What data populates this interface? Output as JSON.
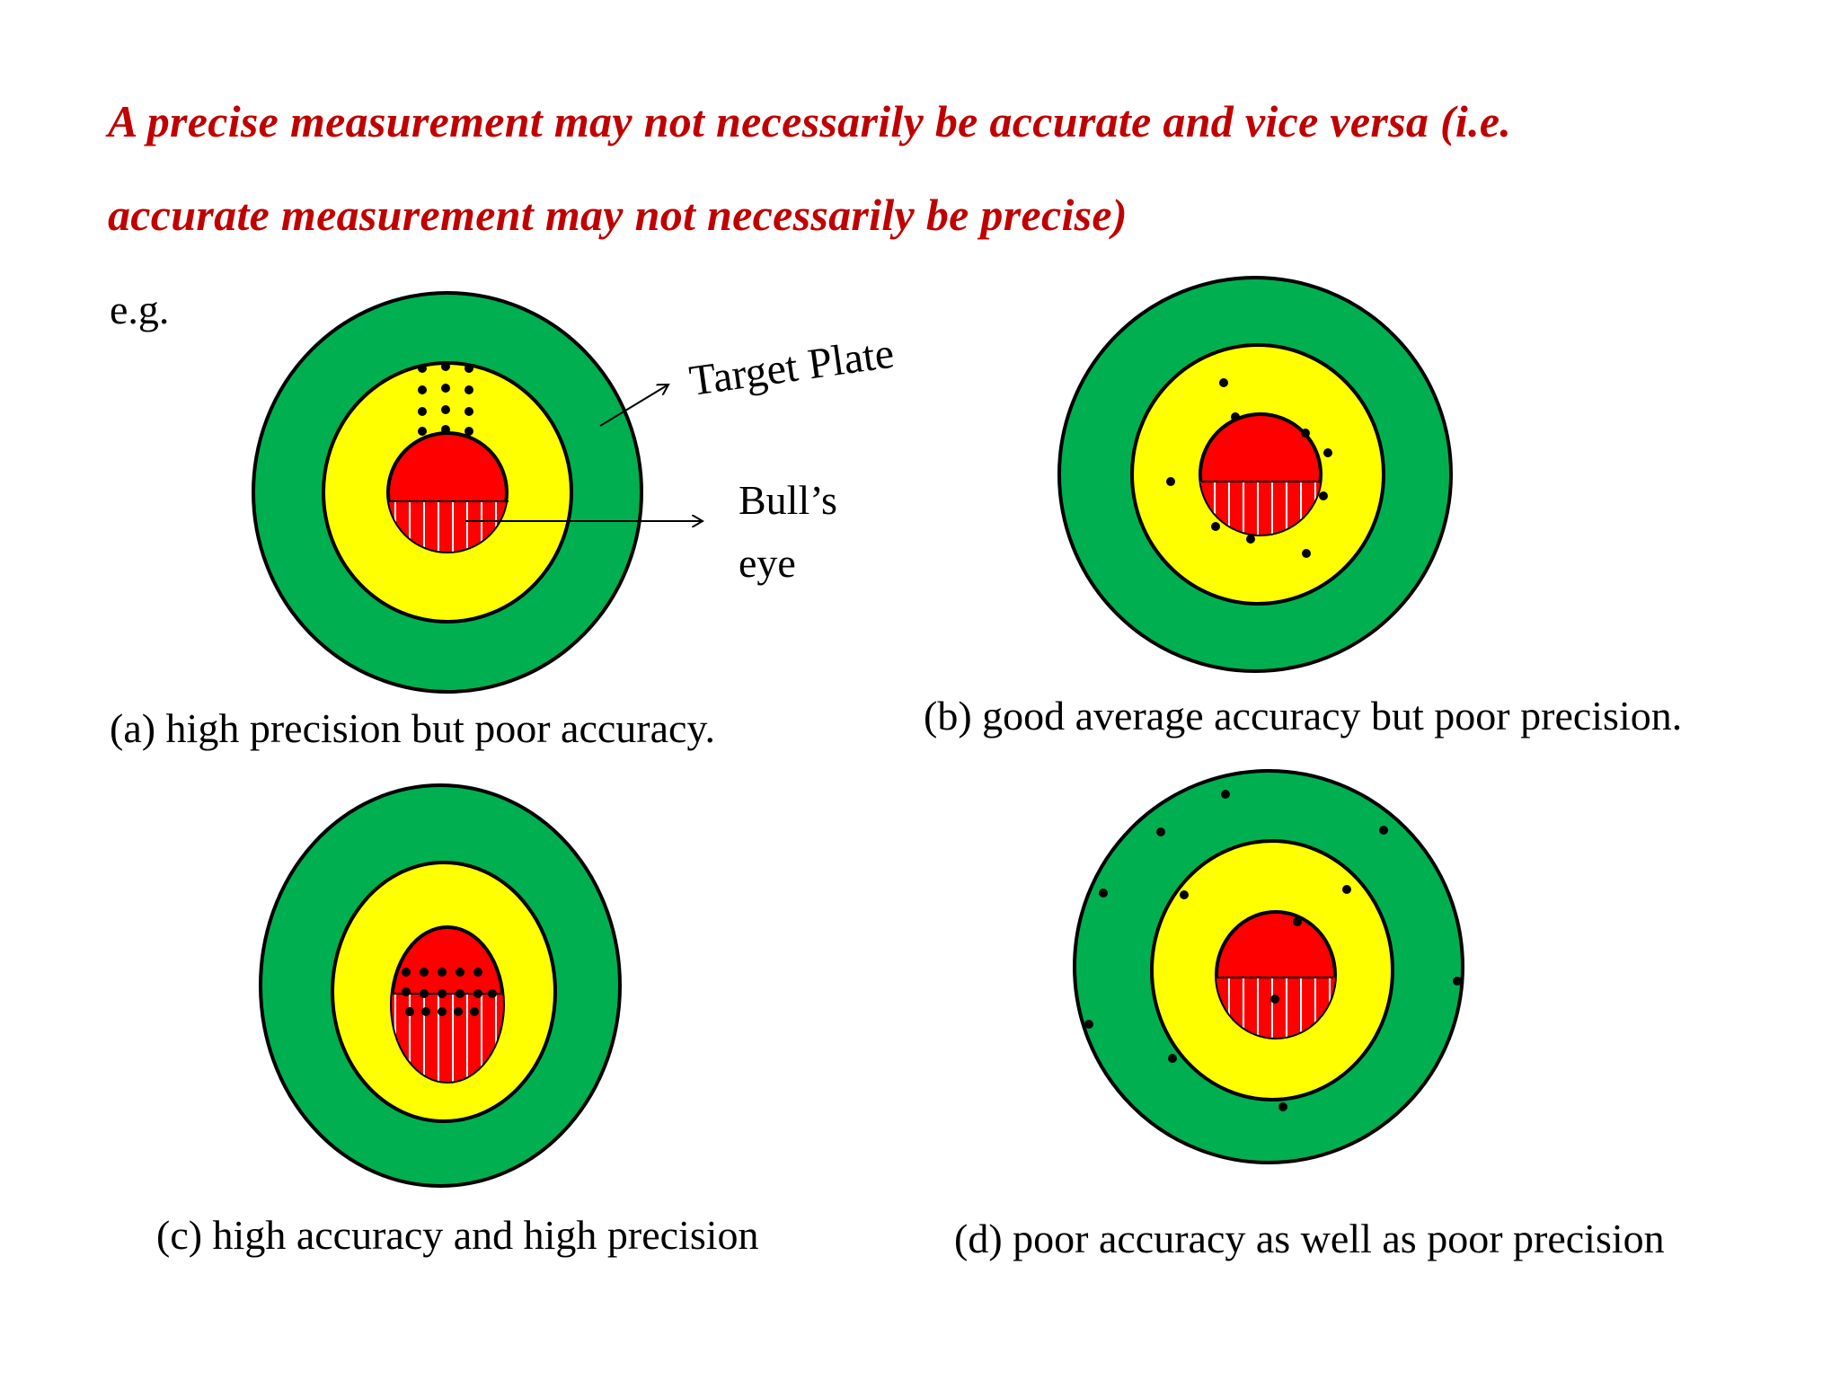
{
  "heading": {
    "line1": "A precise measurement may not necessarily be accurate and vice versa (i.e.",
    "line2": "accurate measurement may not necessarily be precise)"
  },
  "eg_label": "e.g.",
  "annotations": {
    "target_plate": "Target Plate",
    "bulls_eye_line1": "Bull’s",
    "bulls_eye_line2": "eye"
  },
  "captions": {
    "a": "(a) high precision but poor accuracy.",
    "b": "(b) good average accuracy but poor precision.",
    "c": "(c) high accuracy and high precision",
    "d": "(d) poor accuracy as well as poor precision"
  },
  "colors": {
    "heading": "#c00000",
    "outer_ring": "#00b050",
    "middle_ring": "#ffff00",
    "bulls_eye": "#ff0000",
    "outline": "#000000"
  }
}
